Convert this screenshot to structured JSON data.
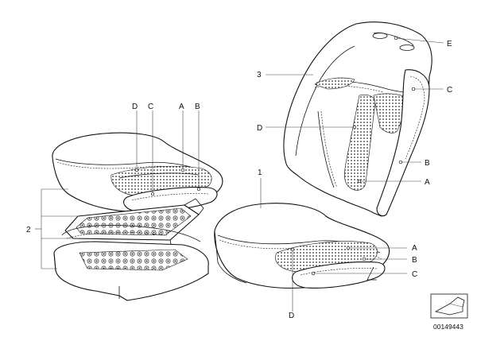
{
  "labels": {
    "front_cushion": {
      "d": "D",
      "c": "C",
      "a": "A",
      "b": "B"
    },
    "group": "2",
    "cushion_number": "1",
    "cushion_right": {
      "a": "A",
      "b": "B",
      "c": "C",
      "d": "D"
    },
    "backrest": {
      "num": "3",
      "e": "E",
      "c": "C",
      "d": "D",
      "b": "B",
      "a": "A"
    }
  },
  "document_number": "00149443",
  "icons": {
    "thumbnail": "seat-thumbnail-icon"
  }
}
